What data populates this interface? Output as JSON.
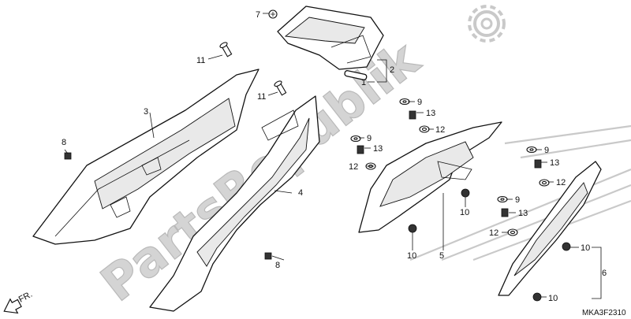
{
  "watermark": {
    "text": "PartsRepublik"
  },
  "diagram_code": "MKA3F2310",
  "direction_marker": {
    "text": "FR."
  },
  "callouts": [
    {
      "id": "c7",
      "text": "7"
    },
    {
      "id": "c11a",
      "text": "11"
    },
    {
      "id": "c11b",
      "text": "11"
    },
    {
      "id": "c2",
      "text": "2"
    },
    {
      "id": "c1",
      "text": "1"
    },
    {
      "id": "c3",
      "text": "3"
    },
    {
      "id": "c8a",
      "text": "8"
    },
    {
      "id": "c8b",
      "text": "8"
    },
    {
      "id": "c4",
      "text": "4"
    },
    {
      "id": "c9a",
      "text": "9"
    },
    {
      "id": "c13a",
      "text": "13"
    },
    {
      "id": "c12a",
      "text": "12"
    },
    {
      "id": "c9b",
      "text": "9"
    },
    {
      "id": "c13b",
      "text": "13"
    },
    {
      "id": "c12b",
      "text": "12"
    },
    {
      "id": "c5",
      "text": "5"
    },
    {
      "id": "c10a",
      "text": "10"
    },
    {
      "id": "c10b",
      "text": "10"
    },
    {
      "id": "c9c",
      "text": "9"
    },
    {
      "id": "c13c",
      "text": "13"
    },
    {
      "id": "c12c",
      "text": "12"
    },
    {
      "id": "c9d",
      "text": "9"
    },
    {
      "id": "c13d",
      "text": "13"
    },
    {
      "id": "c12d",
      "text": "12"
    },
    {
      "id": "c10c",
      "text": "10"
    },
    {
      "id": "c6",
      "text": "6"
    },
    {
      "id": "c10d",
      "text": "10"
    }
  ]
}
